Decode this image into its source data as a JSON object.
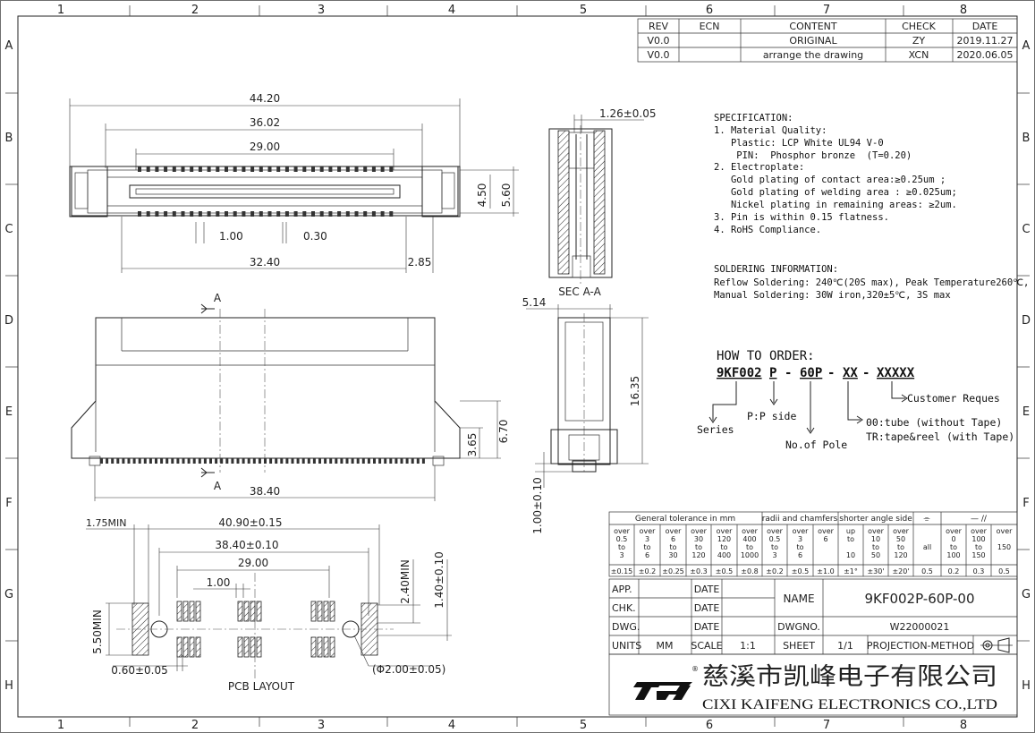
{
  "border": {
    "col_labels": [
      "1",
      "2",
      "3",
      "4",
      "5",
      "6",
      "7",
      "8"
    ],
    "row_labels": [
      "A",
      "B",
      "C",
      "D",
      "E",
      "F",
      "G",
      "H"
    ]
  },
  "revision": {
    "headers": [
      "REV",
      "ECN",
      "CONTENT",
      "CHECK",
      "DATE"
    ],
    "rows": [
      {
        "rev": "V0.0",
        "ecn": "",
        "content": "ORIGINAL",
        "check": "ZY",
        "date": "2019.11.27"
      },
      {
        "rev": "V0.0",
        "ecn": "",
        "content": "arrange the drawing",
        "check": "XCN",
        "date": "2020.06.05"
      }
    ]
  },
  "top_view": {
    "dims": {
      "d1": "44.20",
      "d2": "36.02",
      "d3": "29.00",
      "d4": "1.00",
      "d5": "0.30",
      "d6": "32.40",
      "d7": "2.85",
      "d8": "4.50",
      "d9": "5.60"
    }
  },
  "section": {
    "dim_top": "1.26±0.05",
    "label": "SEC A-A"
  },
  "side_view": {
    "dim_width": "5.14",
    "dim_height": "16.35",
    "dim_bottom": "1.00±0.10"
  },
  "front_view": {
    "section_mark": "A",
    "dim_width": "38.40",
    "dim_h1": "3.65",
    "dim_h2": "6.70"
  },
  "pcb_layout": {
    "title": "PCB LAYOUT",
    "dims": {
      "d1": "1.75MIN",
      "d2": "40.90±0.15",
      "d3": "38.40±0.10",
      "d4": "29.00",
      "d5": "1.00",
      "d6": "2.40MIN",
      "d7": "1.40±0.10",
      "d8": "5.50MIN",
      "d9": "0.60±0.05",
      "d10": "(Φ2.00±0.05)"
    }
  },
  "specification": {
    "lines": [
      "SPECIFICATION:",
      "1. Material Quality:",
      "   Plastic: LCP White UL94 V-0",
      "    PIN:  Phosphor bronze  (T=0.20)",
      "2. Electroplate:",
      "   Gold plating of contact area:≥0.25um ;",
      "   Gold plating of welding area : ≥0.025um;",
      "   Nickel plating in remaining areas: ≥2um.",
      "3. Pin is within 0.15 flatness.",
      "4. RoHS Compliance."
    ]
  },
  "soldering": {
    "lines": [
      "SOLDERING INFORMATION:",
      "Reflow Soldering: 240℃(20S max), Peak Temperature260℃,",
      "Manual Soldering: 30W iron,320±5℃, 3S max"
    ]
  },
  "how_to_order": {
    "title": "HOW TO ORDER:",
    "code_parts": [
      "9KF002",
      "P",
      "-",
      "60P",
      "-",
      "XX",
      "-",
      "XXXXX"
    ],
    "customer": "Customer Reques",
    "series": "Series",
    "p_side": "P:P side",
    "pole": "No.of Pole",
    "tube": "00:tube  (without Tape)",
    "tape": "TR:tape&reel (with Tape)"
  },
  "tolerance": {
    "general_title": "General tolerance in mm",
    "radii_title": "radii and chamfers",
    "angle_title": "shorter angle side",
    "flat_sym": "⌯",
    "para_sym": "—  //",
    "ranges": [
      [
        "over",
        "0.5",
        "to",
        "3"
      ],
      [
        "over",
        "3",
        "to",
        "6"
      ],
      [
        "over",
        "6",
        "to",
        "30"
      ],
      [
        "over",
        "30",
        "to",
        "120"
      ],
      [
        "over",
        "120",
        "to",
        "400"
      ],
      [
        "over",
        "400",
        "to",
        "1000"
      ],
      [
        "over",
        "0.5",
        "to",
        "3"
      ],
      [
        "over",
        "3",
        "to",
        "6"
      ],
      [
        "over",
        "6",
        "",
        ""
      ],
      [
        "up",
        "to",
        "",
        "10"
      ],
      [
        "over",
        "10",
        "to",
        "50"
      ],
      [
        "over",
        "50",
        "to",
        "120"
      ],
      [
        "",
        "",
        "all",
        ""
      ],
      [
        "over",
        "0",
        "to",
        "100"
      ],
      [
        "over",
        "100",
        "to",
        "150"
      ],
      [
        "over",
        "",
        "150",
        ""
      ]
    ],
    "values": [
      "±0.15",
      "±0.2",
      "±0.25",
      "±0.3",
      "±0.5",
      "±0.8",
      "±0.2",
      "±0.5",
      "±1.0",
      "±1°",
      "±30'",
      "±20'",
      "0.5",
      "0.2",
      "0.3",
      "0.5"
    ]
  },
  "title_block": {
    "app": "APP.",
    "chk": "CHK.",
    "dwg": "DWG.",
    "units_label": "UNITS",
    "units": "MM",
    "date": "DATE",
    "scale_label": "SCALE",
    "scale": "1:1",
    "name_label": "NAME",
    "name": "9KF002P-60P-00",
    "dwgno_label": "DWGNO.",
    "dwgno": "W22000021",
    "sheet_label": "SHEET",
    "sheet": "1/1",
    "projection": "PROJECTION-METHOD"
  },
  "company": {
    "cn": "慈溪市凯峰电子有限公司",
    "en": "CIXI KAIFENG ELECTRONICS CO.,LTD",
    "reg": "®"
  }
}
